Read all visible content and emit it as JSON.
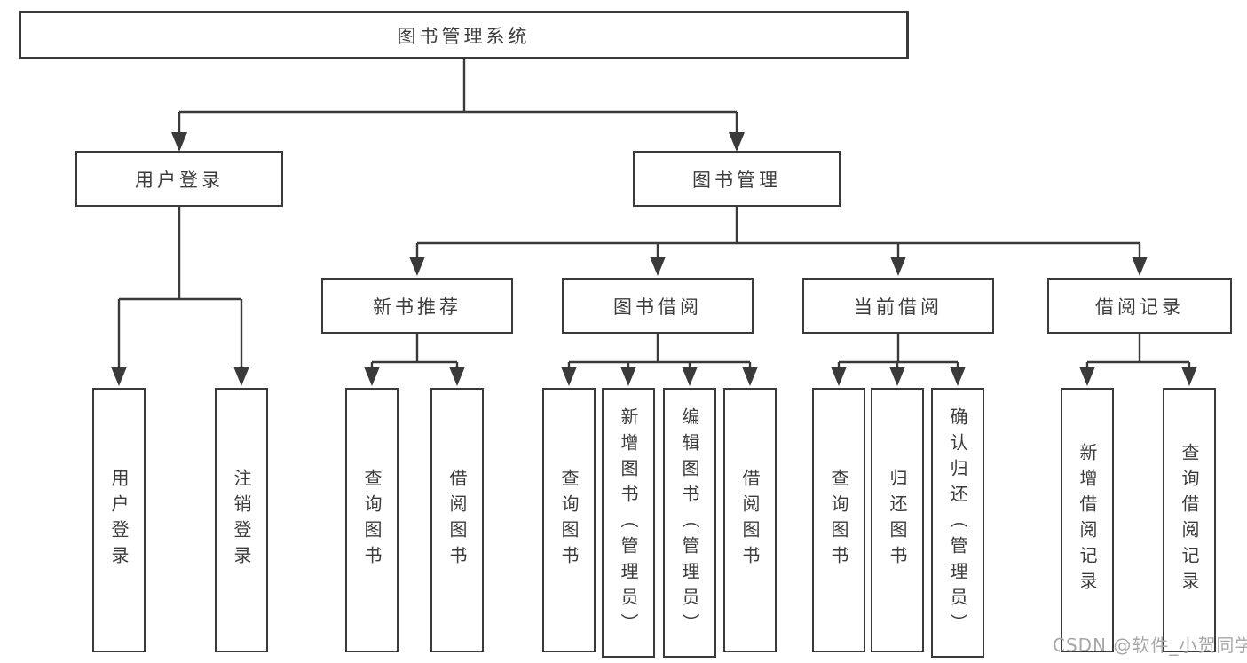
{
  "diagram": {
    "root": {
      "label": "图书管理系统"
    },
    "level2": {
      "user_login": {
        "label": "用户登录"
      },
      "book_mgmt": {
        "label": "图书管理"
      }
    },
    "level3": {
      "new_book_rec": {
        "label": "新书推荐"
      },
      "book_borrow": {
        "label": "图书借阅"
      },
      "current_borrow": {
        "label": "当前借阅"
      },
      "borrow_records": {
        "label": "借阅记录"
      }
    },
    "leaves": {
      "login": {
        "label": "用户登录"
      },
      "logout": {
        "label": "注销登录"
      },
      "rec_query_book": {
        "label": "查询图书"
      },
      "rec_borrow_book": {
        "label": "借阅图书"
      },
      "bor_query_book": {
        "label": "查询图书"
      },
      "bor_add_book": {
        "label": "新增图书（管理员）"
      },
      "bor_edit_book": {
        "label": "编辑图书（管理员）"
      },
      "bor_borrow_book": {
        "label": "借阅图书"
      },
      "cur_query_book": {
        "label": "查询图书"
      },
      "cur_return_book": {
        "label": "归还图书"
      },
      "cur_confirm_return": {
        "label": "确认归还（管理员）"
      },
      "rec_add_record": {
        "label": "新增借阅记录"
      },
      "rec_query_record": {
        "label": "查询借阅记录"
      }
    },
    "watermark": "CSDN @软件_小贺同学",
    "colors": {
      "line": "#3a3a3a",
      "text": "#3c3c3c",
      "watermark": "#a8a8a8",
      "background": "#ffffff"
    }
  }
}
